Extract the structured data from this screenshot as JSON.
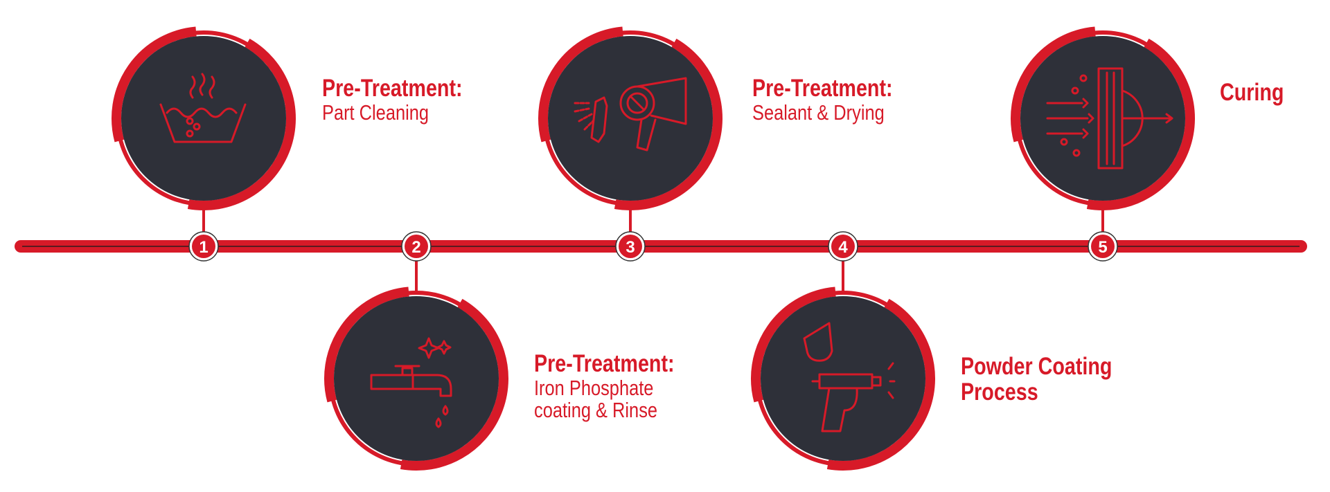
{
  "colors": {
    "accent": "#d71a28",
    "circle": "#2e3039"
  },
  "steps": [
    {
      "number": "1",
      "heading": "Pre-Treatment:",
      "sub": "Part Cleaning",
      "icon": "washing-basin-icon"
    },
    {
      "number": "2",
      "heading": "Pre-Treatment:",
      "sub": "Iron Phosphate",
      "sub2": "coating & Rinse",
      "icon": "faucet-icon"
    },
    {
      "number": "3",
      "heading": "Pre-Treatment:",
      "sub": "Sealant & Drying",
      "icon": "spray-dryer-icon"
    },
    {
      "number": "4",
      "heading": "Powder Coating",
      "heading2": "Process",
      "icon": "spray-gun-icon"
    },
    {
      "number": "5",
      "heading": "Curing",
      "icon": "curing-oven-icon"
    }
  ]
}
